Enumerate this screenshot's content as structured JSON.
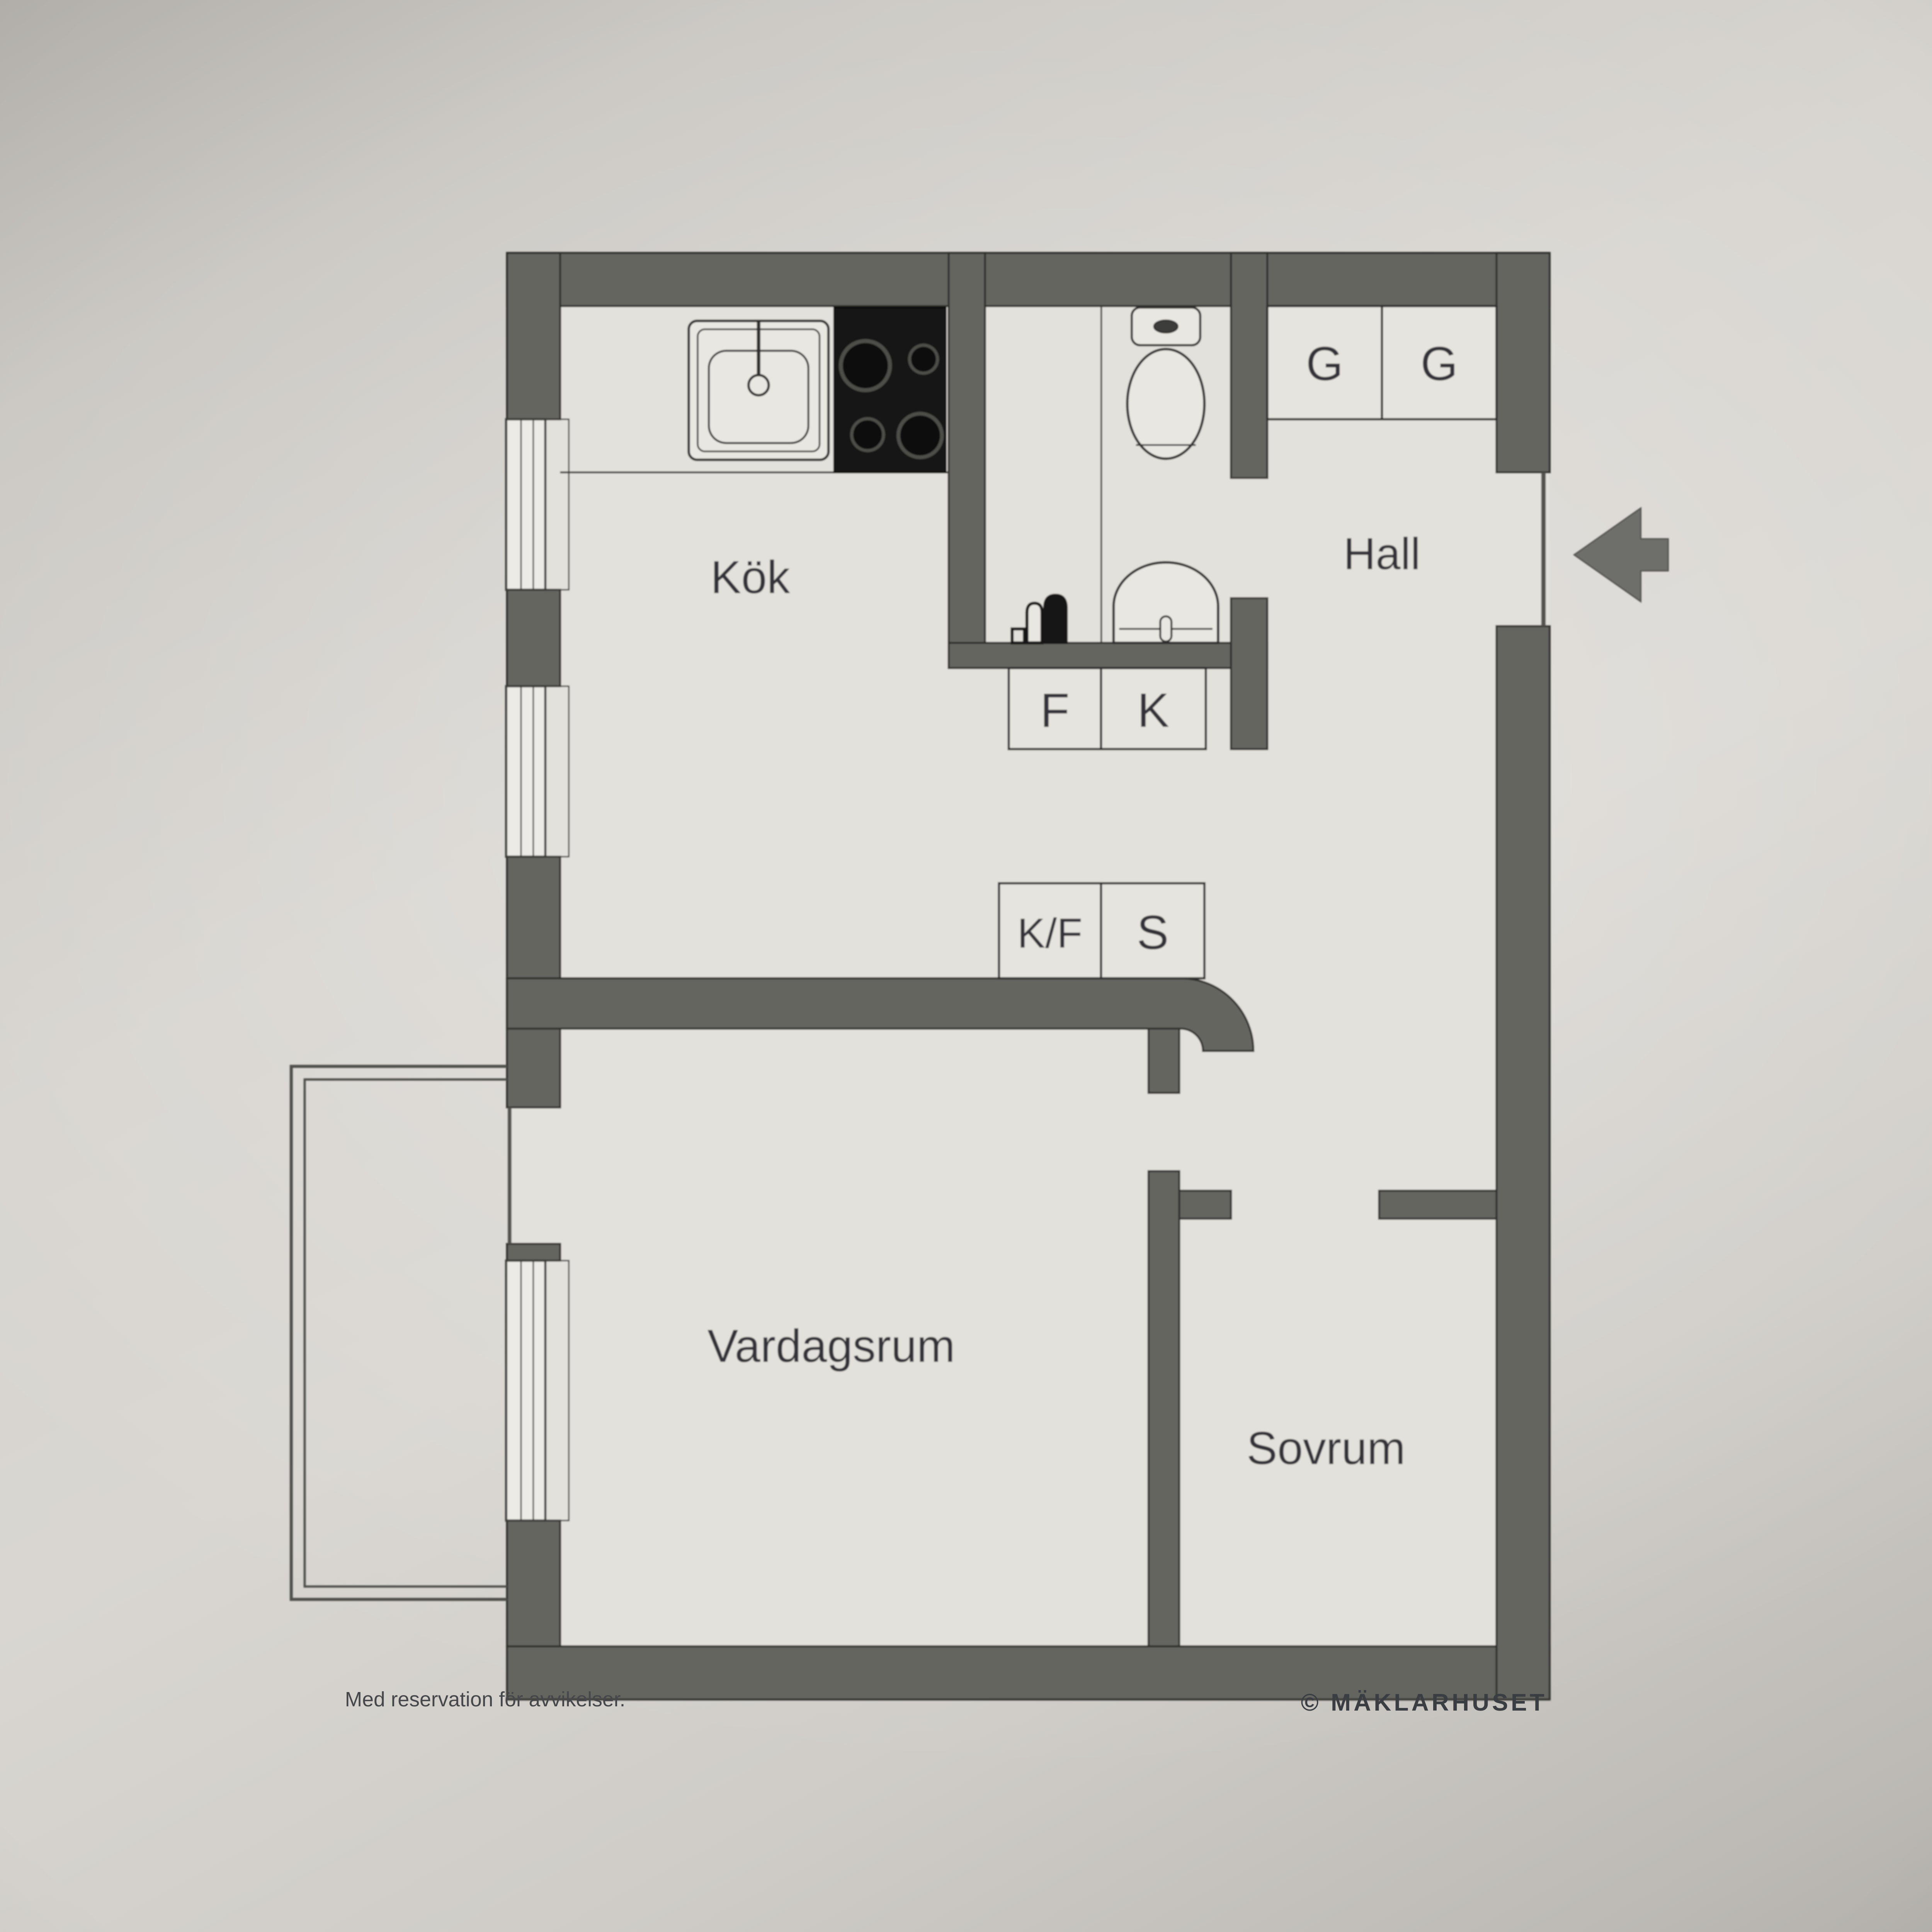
{
  "page": {
    "type": "apartment-floor-plan-photo",
    "background_color": "#d4d1cc",
    "floor_color": "#e3e1db",
    "wall_color": "#656561",
    "outline_color": "#2d2d2b",
    "fixture_black": "#141414",
    "text_color": "#313338"
  },
  "floorplan": {
    "rooms": [
      {
        "id": "kok",
        "label": "Kök"
      },
      {
        "id": "hall",
        "label": "Hall"
      },
      {
        "id": "vardagsrum",
        "label": "Vardagsrum"
      },
      {
        "id": "sovrum",
        "label": "Sovrum"
      }
    ],
    "closets": [
      {
        "id": "g1",
        "label": "G"
      },
      {
        "id": "g2",
        "label": "G"
      },
      {
        "id": "f",
        "label": "F"
      },
      {
        "id": "k",
        "label": "K"
      },
      {
        "id": "kf",
        "label": "K/F"
      },
      {
        "id": "s",
        "label": "S"
      }
    ],
    "fixtures": [
      "kitchen-sink-icon",
      "stove-icon",
      "toilet-icon",
      "washbasin-icon",
      "laundry-items-icon",
      "window-icon",
      "balcony-outline",
      "entrance-arrow-icon"
    ]
  },
  "footer": {
    "disclaimer": "Med reservation för avvikelser.",
    "credit": "© MÄKLARHUSET"
  }
}
